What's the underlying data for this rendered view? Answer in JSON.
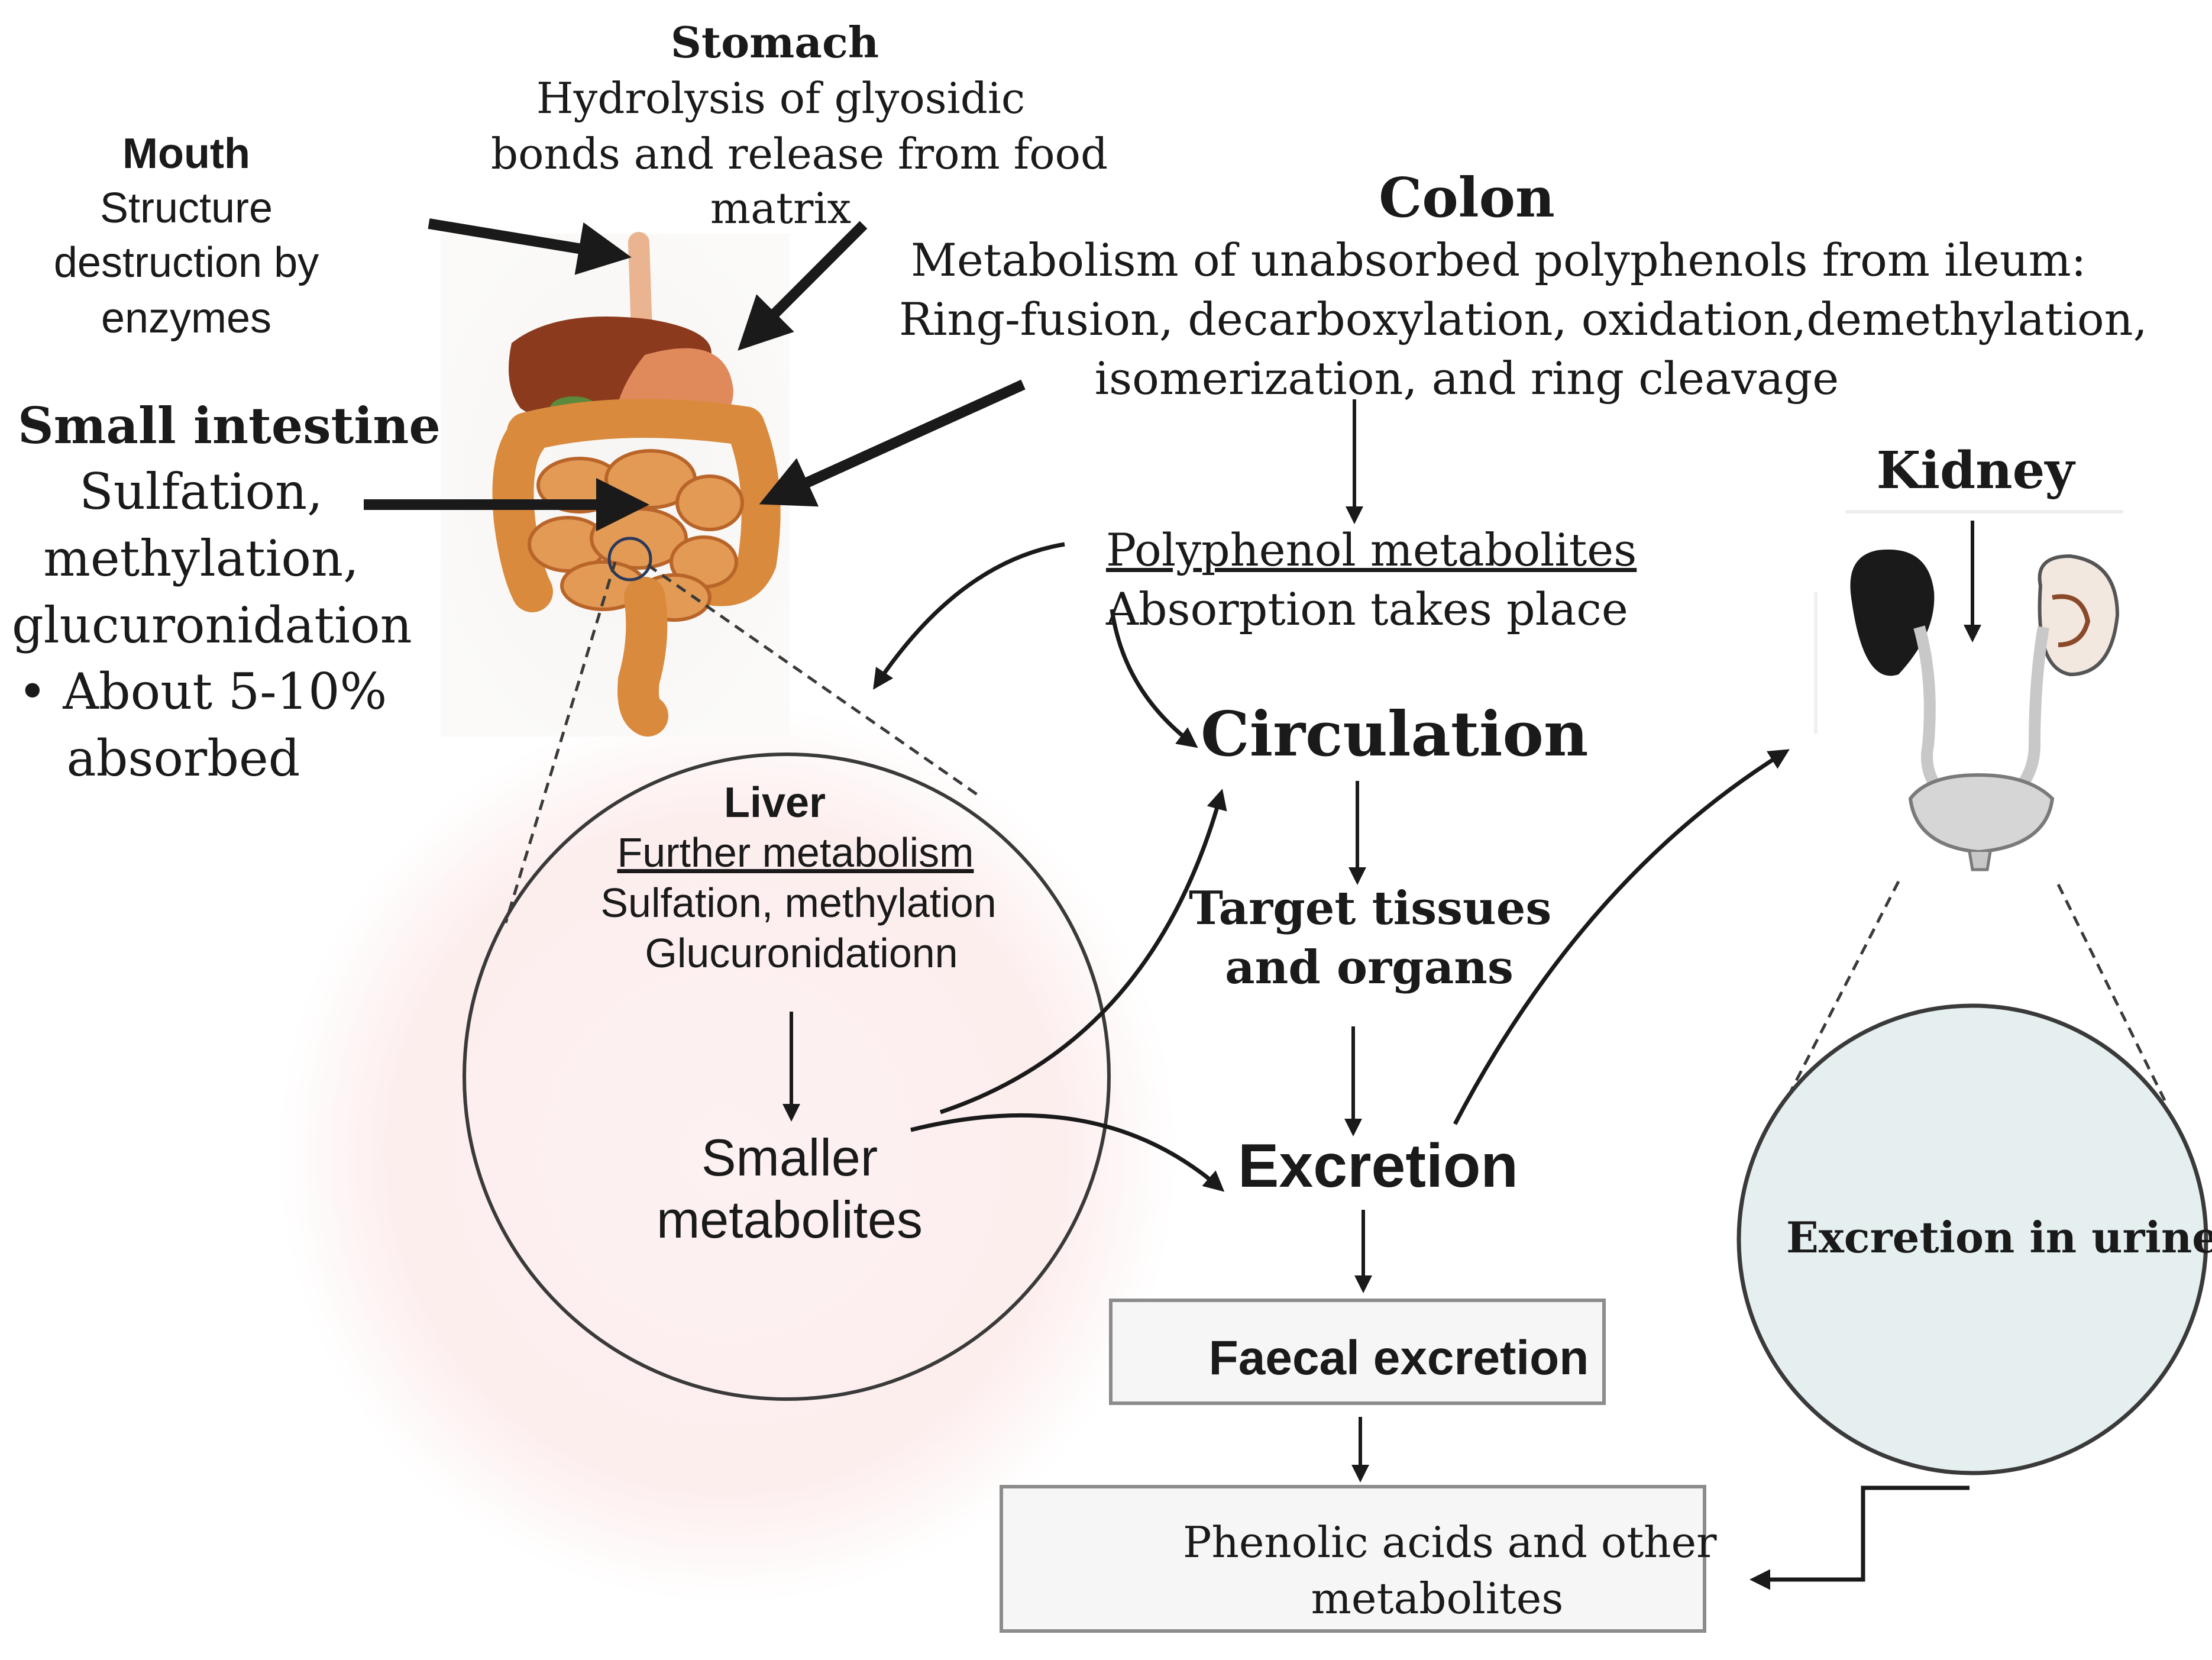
{
  "diagram": {
    "mouth": {
      "title": "Mouth",
      "lines": [
        "Structure",
        "destruction by",
        "enzymes"
      ]
    },
    "stomach": {
      "title": "Stomach",
      "lines": [
        "Hydrolysis of glyosidic",
        "bonds  and release from food",
        "matrix"
      ]
    },
    "small_intestine": {
      "title": "Small intestine",
      "lines": [
        "Sulfation,",
        "methylation,",
        "glucuronidation",
        "• About 5-10%",
        "absorbed"
      ]
    },
    "colon": {
      "title": "Colon",
      "lines": [
        "Metabolism of unabsorbed polyphenols from ileum:",
        "Ring-fusion, decarboxylation, oxidation,demethylation,",
        "isomerization, and ring cleavage"
      ]
    },
    "polyphenol_metabolites": {
      "title": "Polyphenol metabolites",
      "subtitle": "Absorption takes place"
    },
    "liver": {
      "title": "Liver",
      "subtitle": "Further  metabolism",
      "lines": [
        "Sulfation, methylation",
        "Glucuronidationn"
      ],
      "result": [
        "Smaller",
        "metabolites"
      ]
    },
    "circulation": "Circulation",
    "target": [
      "Target tissues",
      "and organs"
    ],
    "excretion": "Excretion",
    "faecal": "Faecal excretion",
    "phenolic": [
      "Phenolic acids and other",
      "metabolites"
    ],
    "kidney": "Kidney",
    "urine": "Excretion in urine",
    "colors": {
      "liver_glow": "#fdeeee",
      "urine_circle": "#e6eff0",
      "organ_orange": "#d98a3c",
      "liver_brown": "#8b3a1e",
      "arrow": "#1a1a1a"
    }
  }
}
